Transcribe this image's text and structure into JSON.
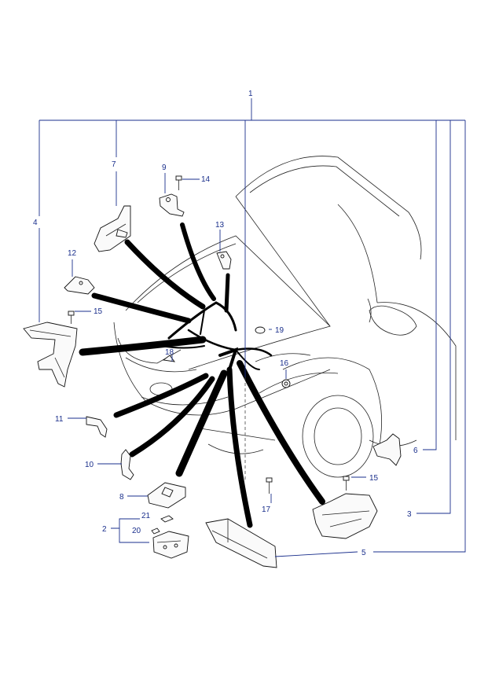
{
  "callouts": {
    "c1": "1",
    "c2": "2",
    "c3": "3",
    "c4": "4",
    "c5": "5",
    "c6": "6",
    "c7": "7",
    "c8": "8",
    "c9": "9",
    "c10": "10",
    "c11": "11",
    "c12": "12",
    "c13": "13",
    "c14": "14",
    "c15a": "15",
    "c15b": "15",
    "c16": "16",
    "c17": "17",
    "c18": "18",
    "c19": "19",
    "c20": "20",
    "c21": "21"
  },
  "colors": {
    "callout": "#1a2f8c",
    "line": "#111111",
    "background": "#ffffff"
  }
}
